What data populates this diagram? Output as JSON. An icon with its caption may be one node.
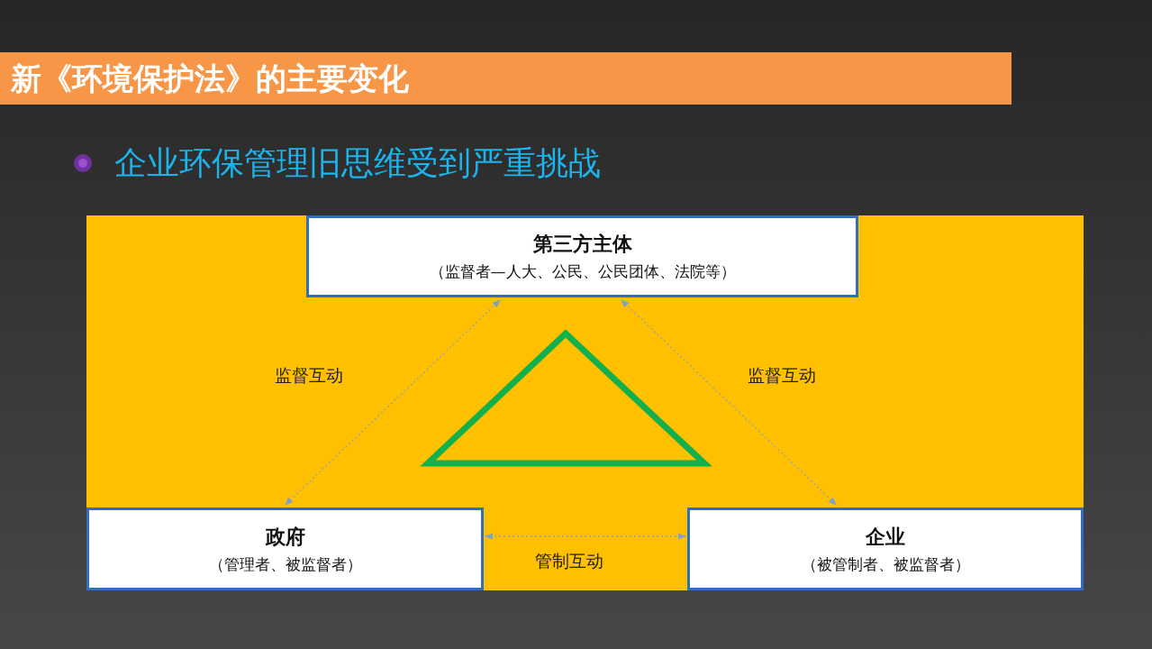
{
  "diagram": {
    "title": "新《环境保护法》的主要变化",
    "nodes": [
      {
        "text": [
          "第三方主体",
          "（监督者—人大、公民、公民团体、法院等）"
        ]
      },
      {
        "text": [
          "政府",
          "（管理者、被监督者）"
        ]
      },
      {
        "text": [
          "企业",
          "（被管制者、被监督者）"
        ]
      }
    ],
    "edges": [
      {
        "from": 0,
        "to": 1,
        "arrow": "both",
        "style": "dashed",
        "label": "监督互动"
      },
      {
        "from": 0,
        "to": 2,
        "arrow": "both",
        "style": "dashed",
        "label": "监督互动"
      },
      {
        "from": 1,
        "to": 2,
        "arrow": "both",
        "style": "dashed",
        "label": "管制互动"
      }
    ],
    "labels": [
      "企业环保管理旧思维受到严重挑战"
    ]
  }
}
